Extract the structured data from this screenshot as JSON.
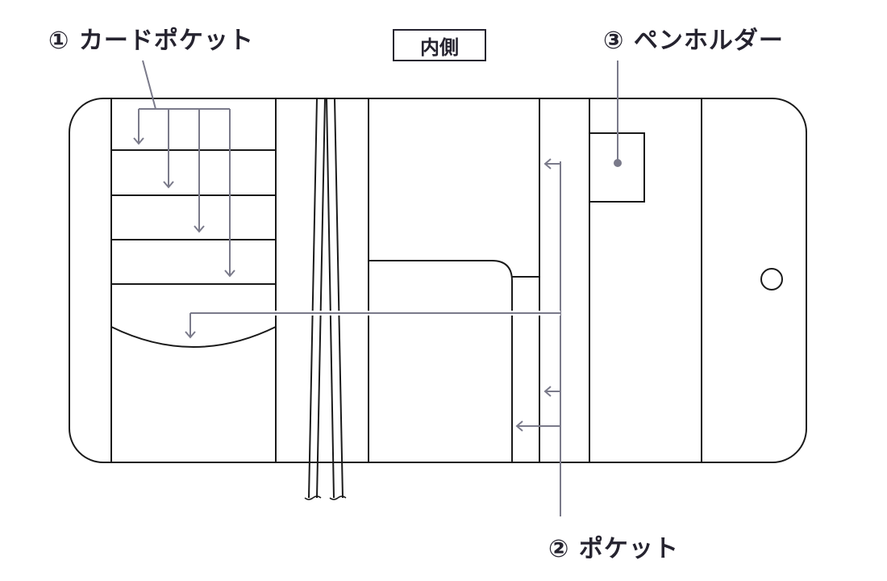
{
  "title_box": "内側",
  "labels": {
    "card_pocket": "① カードポケット",
    "pocket": "② ポケット",
    "pen_holder": "③ ペンホルダー"
  },
  "colors": {
    "outline": "#1a1a1a",
    "leader": "#7a7a8a",
    "text": "#25232f"
  }
}
